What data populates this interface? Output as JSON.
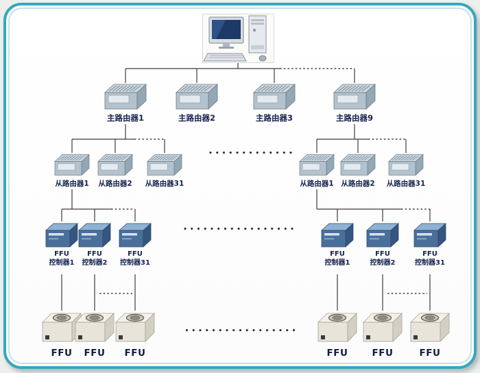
{
  "diagram": {
    "main_routers": [
      {
        "label": "主路由器1"
      },
      {
        "label": "主路由器2"
      },
      {
        "label": "主路由器3"
      },
      {
        "label": "主路由器9"
      }
    ],
    "slave_routers_left": [
      {
        "label": "从路由器1"
      },
      {
        "label": "从路由器2"
      },
      {
        "label": "从路由器31"
      }
    ],
    "slave_routers_right": [
      {
        "label": "从路由器1"
      },
      {
        "label": "从路由器2"
      },
      {
        "label": "从路由器31"
      }
    ],
    "ffu_controllers_left": [
      {
        "line1": "FFU",
        "line2": "控制器1"
      },
      {
        "line1": "FFU",
        "line2": "控制器2"
      },
      {
        "line1": "FFU",
        "line2": "控制器31"
      }
    ],
    "ffu_controllers_right": [
      {
        "line1": "FFU",
        "line2": "控制器1"
      },
      {
        "line1": "FFU",
        "line2": "控制器2"
      },
      {
        "line1": "FFU",
        "line2": "控制器31"
      }
    ],
    "ffu_units_left": [
      {
        "label": "FFU"
      },
      {
        "label": "FFU"
      },
      {
        "label": "FFU"
      }
    ],
    "ffu_units_right": [
      {
        "label": "FFU"
      },
      {
        "label": "FFU"
      },
      {
        "label": "FFU"
      }
    ],
    "continuation_dots_short": "•••••••••••••",
    "continuation_dots_long": "•••••••••••••••••"
  },
  "colors": {
    "frame_border": "#35a7bd",
    "frame_inner_border": "#bfe3ea",
    "label_text": "#16224d",
    "line": "#3c3c3c"
  }
}
